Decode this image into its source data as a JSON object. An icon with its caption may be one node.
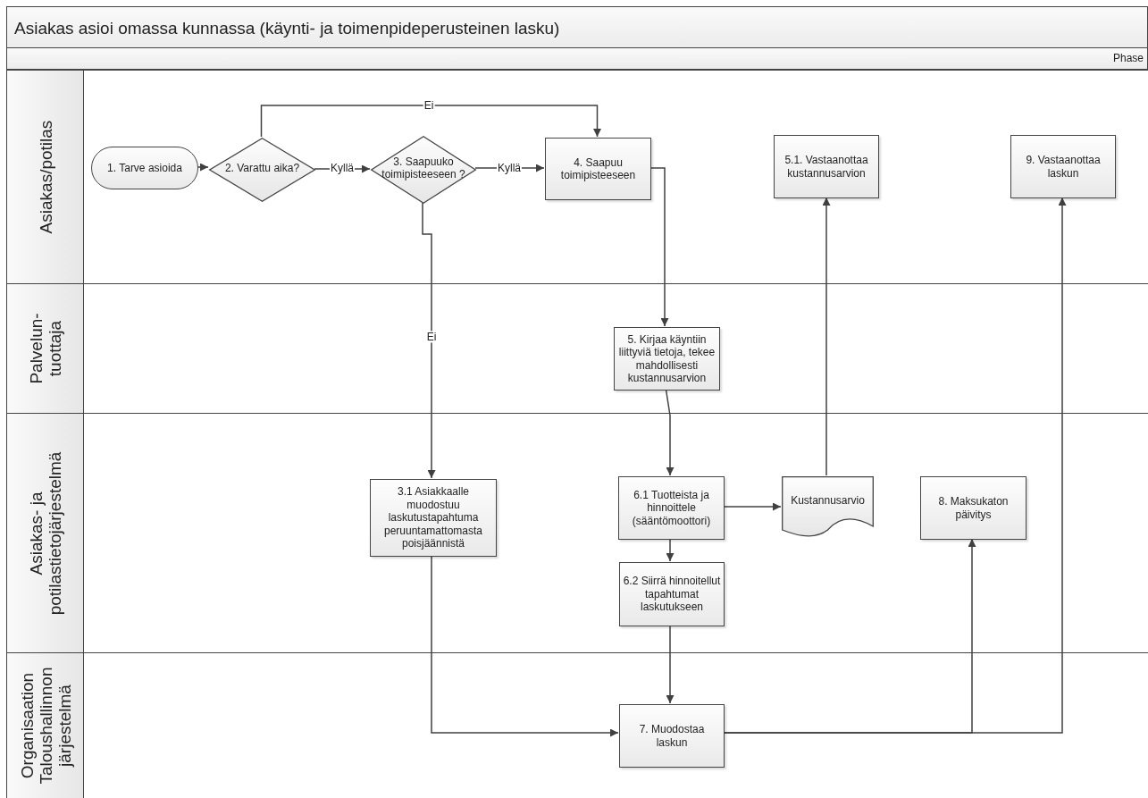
{
  "diagram": {
    "title": "Asiakas asioi omassa kunnassa (käynti- ja toimenpideperusteinen lasku)",
    "nodes": [
      {
        "text": [
          "Asiakas/potilas"
        ]
      },
      {
        "text": [
          "Palvelun- tuottaja"
        ]
      },
      {
        "text": [
          "Asiakas- ja potilastietojärjestelmä"
        ]
      },
      {
        "text": [
          "Organisaation Taloushallinnon järjestelmä"
        ]
      },
      {
        "text": [
          "1. Tarve asioida"
        ],
        "in": 0
      },
      {
        "text": [
          "2. Varattu aika?"
        ],
        "in": 0
      },
      {
        "text": [
          "3. Saapuuko toimipisteeseen ?"
        ],
        "in": 0
      },
      {
        "text": [
          "4. Saapuu toimipisteeseen"
        ],
        "in": 0
      },
      {
        "text": [
          "5.1. Vastaanottaa kustannusarvion"
        ],
        "in": 0
      },
      {
        "text": [
          "9. Vastaanottaa laskun"
        ],
        "in": 0
      },
      {
        "text": [
          "5. Kirjaa käyntiin liittyviä tietoja, tekee mahdollisesti kustannusarvion"
        ],
        "in": 1
      },
      {
        "text": [
          "3.1 Asiakkaalle muodostuu laskutustapahtuma peruuntamattomasta poisjäännistä"
        ],
        "in": 2
      },
      {
        "text": [
          "6.1 Tuotteista ja hinnoittele (sääntömoottori)"
        ],
        "in": 2
      },
      {
        "text": [
          "Kustannusarvio"
        ],
        "in": 2
      },
      {
        "text": [
          "8. Maksukaton päivitys"
        ],
        "in": 2
      },
      {
        "text": [
          "6.2 Siirrä hinnoitellut tapahtumat laskutukseen"
        ],
        "in": 2
      },
      {
        "text": [
          "7. Muodostaa laskun"
        ],
        "in": 3
      }
    ],
    "edges": [
      {
        "from": 4,
        "to": 5,
        "arrow": "to"
      },
      {
        "from": 5,
        "to": 6,
        "arrow": "to",
        "label": "Kyllä"
      },
      {
        "from": 5,
        "to": 7,
        "arrow": "to",
        "label": "Ei"
      },
      {
        "from": 6,
        "to": 7,
        "arrow": "to",
        "label": "Kyllä"
      },
      {
        "from": 6,
        "to": 11,
        "arrow": "to",
        "label": "Ei"
      },
      {
        "from": 7,
        "to": 10,
        "arrow": "to"
      },
      {
        "from": 10,
        "to": 12,
        "arrow": "to"
      },
      {
        "from": 12,
        "to": 13,
        "arrow": "to"
      },
      {
        "from": 13,
        "to": 8,
        "arrow": "to"
      },
      {
        "from": 12,
        "to": 15,
        "arrow": "to"
      },
      {
        "from": 15,
        "to": 16,
        "arrow": "to"
      },
      {
        "from": 11,
        "to": 16,
        "arrow": "to"
      },
      {
        "from": 16,
        "to": 14,
        "arrow": "to"
      },
      {
        "from": 16,
        "to": 9,
        "arrow": "to"
      }
    ],
    "labels": [
      "Phase"
    ]
  }
}
